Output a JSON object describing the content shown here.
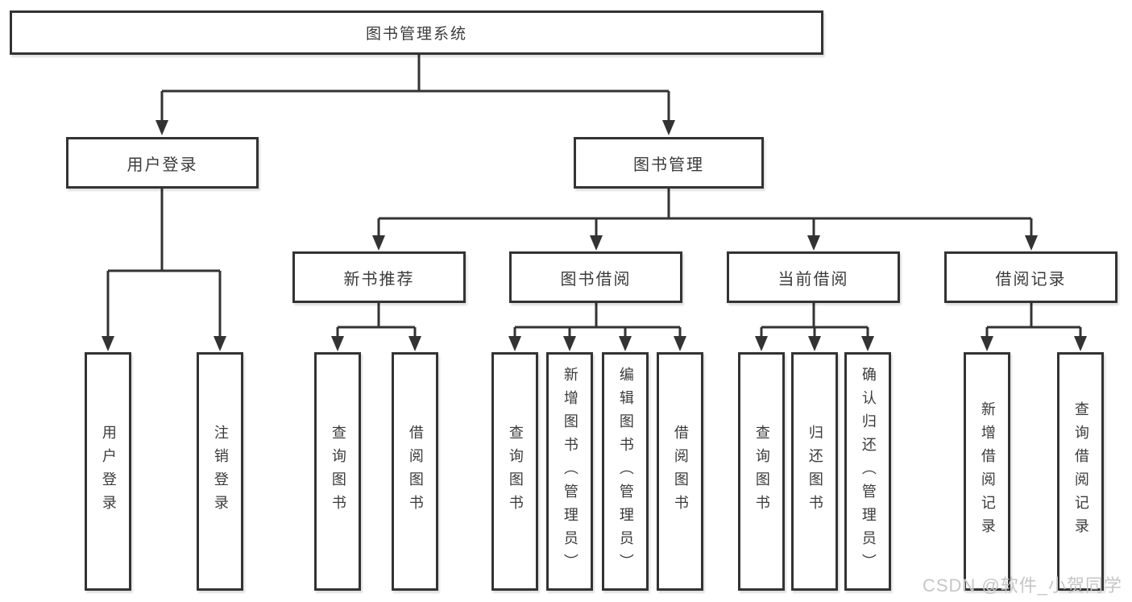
{
  "watermark": "CSDN @软件_小贺同学",
  "colors": {
    "line": "#333333",
    "text": "#3b3b3b",
    "box_bg": "#ffffff",
    "watermark": "#c6c6c6"
  },
  "tree": {
    "label": "图书管理系统",
    "children": [
      {
        "label": "用户登录",
        "children": [
          {
            "label": "用户登录"
          },
          {
            "label": "注销登录"
          }
        ]
      },
      {
        "label": "图书管理",
        "children": [
          {
            "label": "新书推荐",
            "children": [
              {
                "label": "查询图书"
              },
              {
                "label": "借阅图书"
              }
            ]
          },
          {
            "label": "图书借阅",
            "children": [
              {
                "label": "查询图书"
              },
              {
                "label": "新增图书（管理员）"
              },
              {
                "label": "编辑图书（管理员）"
              },
              {
                "label": "借阅图书"
              }
            ]
          },
          {
            "label": "当前借阅",
            "children": [
              {
                "label": "查询图书"
              },
              {
                "label": "归还图书"
              },
              {
                "label": "确认归还（管理员）"
              }
            ]
          },
          {
            "label": "借阅记录",
            "children": [
              {
                "label": "新增借阅记录"
              },
              {
                "label": "查询借阅记录"
              }
            ]
          }
        ]
      }
    ]
  }
}
